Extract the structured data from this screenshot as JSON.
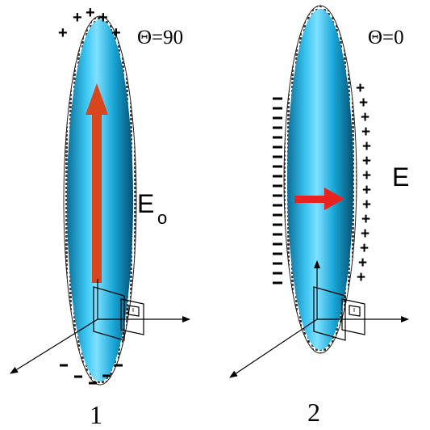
{
  "figure1": {
    "angle_label": "Θ=90",
    "field_label_main": "E",
    "field_label_sub": "o",
    "number_label": "1",
    "top_charges": "+ + + + +",
    "bottom_charges": "- - - - -"
  },
  "figure2": {
    "angle_label": "Θ=0",
    "field_label": "E",
    "number_label": "2"
  },
  "colors": {
    "ellipsoid_light": "#7fe0ff",
    "ellipsoid_mid": "#1aa8d8",
    "ellipsoid_dark": "#075e86",
    "field_arrow": "#d9461e",
    "field_arrow_red": "#e8231f",
    "axis": "#000000"
  }
}
